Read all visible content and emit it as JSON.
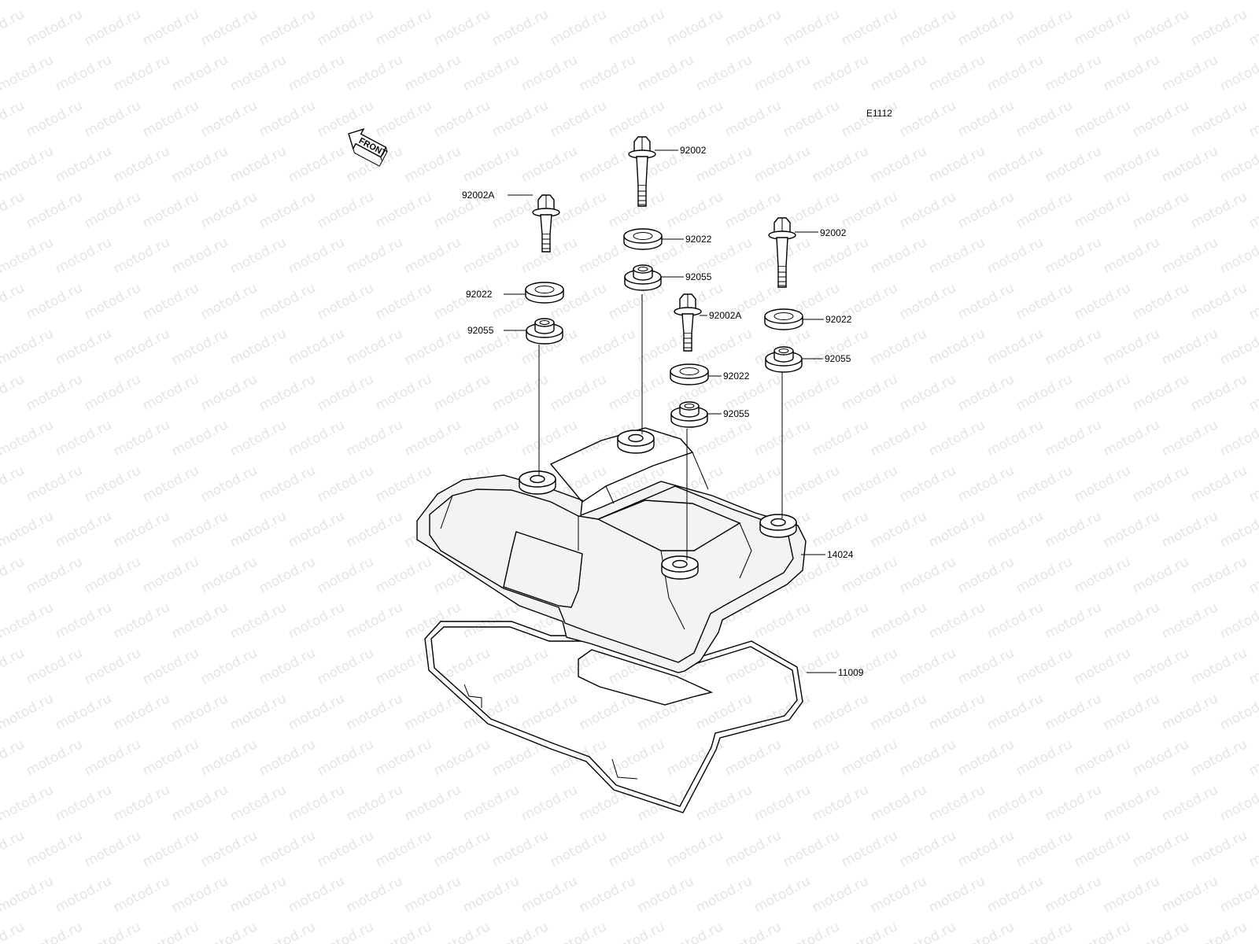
{
  "watermark": "motod.ru",
  "ref_code": "E1112",
  "front_label": "FRONT",
  "parts": {
    "bolt_top": "92002",
    "bolt_right": "92002",
    "bolt_left": "92002A",
    "bolt_center": "92002A",
    "washer_left": "92022",
    "washer_top": "92022",
    "washer_center": "92022",
    "washer_right": "92022",
    "grommet_left": "92055",
    "grommet_top": "92055",
    "grommet_center": "92055",
    "grommet_right": "92055",
    "cover": "14024",
    "gasket": "11009"
  }
}
